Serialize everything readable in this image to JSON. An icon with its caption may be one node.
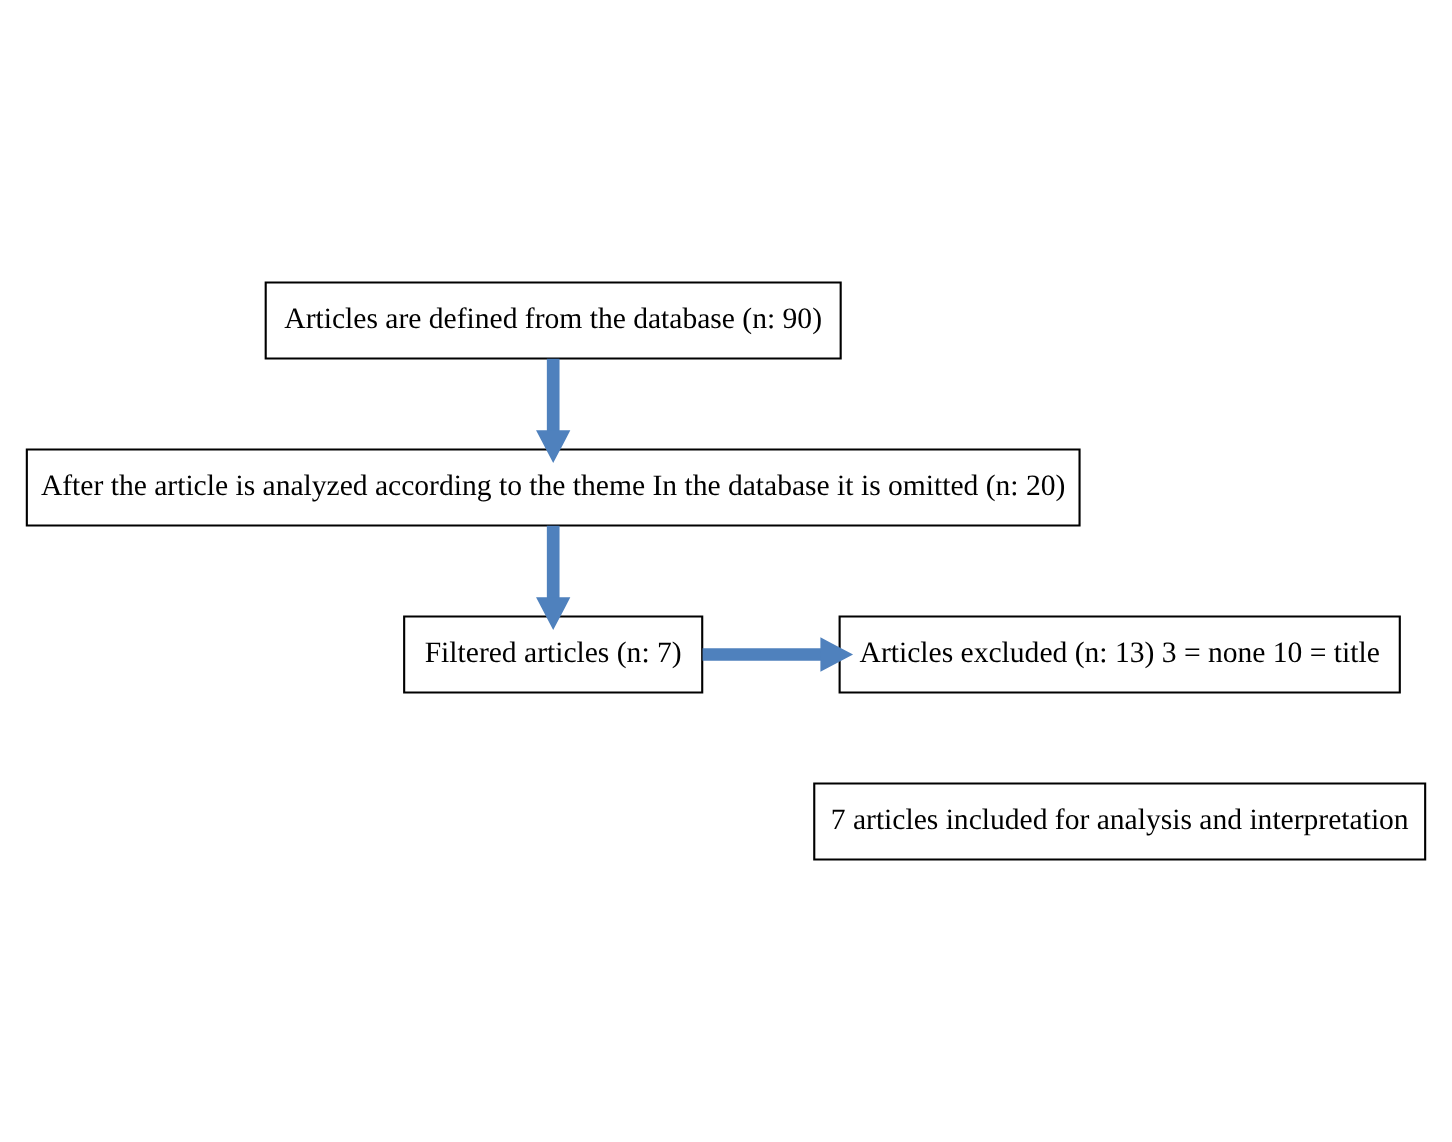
{
  "diagram": {
    "nodes": [
      {
        "text": [
          "Articles are defined from the database (n: 90)"
        ]
      },
      {
        "text": [
          "After the article is analyzed according to the theme In the database it is omitted (n: 20)"
        ]
      },
      {
        "text": [
          "Articles excluded (n: 13) 3 = none 10 = title"
        ]
      },
      {
        "text": [
          "Filtered articles (n: 7)"
        ]
      },
      {
        "text": [
          "7 articles included for analysis and interpretation"
        ]
      }
    ],
    "edges": [
      {
        "from": 0,
        "to": 1,
        "arrow": "to"
      },
      {
        "from": 1,
        "to": 3,
        "arrow": "to"
      },
      {
        "from": 3,
        "to": 2,
        "arrow": "to"
      }
    ]
  }
}
